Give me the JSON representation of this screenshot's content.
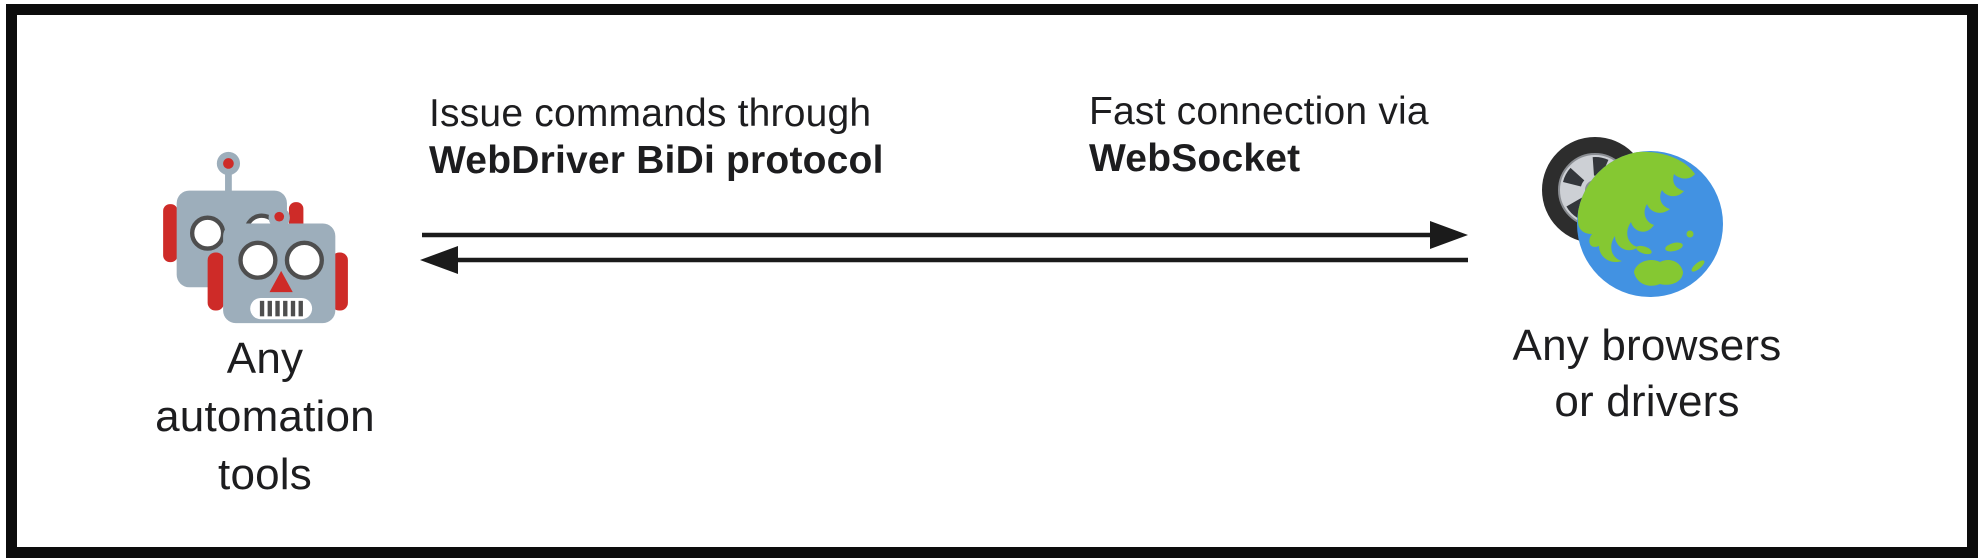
{
  "diagram_title": "",
  "colors": {
    "background": "#FFFFFF",
    "frame_border": "#0C0C0C",
    "text": "#1D1D1F",
    "arrow": "#1B1B1B",
    "robot_body": "#9DAEBB",
    "robot_accent_red": "#CE2B28",
    "robot_eye_ring": "#4E4E4E",
    "tire_black": "#2D2D2D",
    "rim_silver": "#CDD0D5",
    "rim_dark": "#8A8D92",
    "spoke_gap": "#33363B",
    "globe_ocean": "#4292E2",
    "globe_land": "#85C832"
  },
  "left_node": {
    "icon": "robots-icon",
    "caption_lines": [
      "Any",
      "automation",
      "tools"
    ]
  },
  "right_node": {
    "icon": "wheel-globe-icon",
    "caption_lines": [
      "Any browsers",
      "or drivers"
    ]
  },
  "connection": {
    "label_left": {
      "line1": "Issue commands through",
      "line2": "WebDriver BiDi protocol"
    },
    "label_right": {
      "line1": "Fast connection via",
      "line2": "WebSocket"
    },
    "arrows": [
      {
        "name": "request-arrow",
        "direction": "left-to-right"
      },
      {
        "name": "response-arrow",
        "direction": "right-to-left"
      }
    ]
  }
}
